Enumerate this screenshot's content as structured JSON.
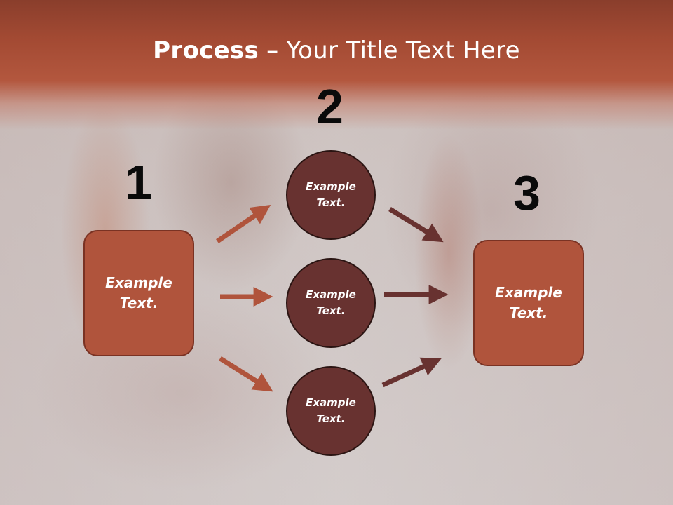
{
  "title": {
    "bold": "Process",
    "rest": " – Your Title Text Here"
  },
  "steps": [
    {
      "number": "1",
      "text": "Example Text."
    },
    {
      "number": "2",
      "items": [
        "Example Text.",
        "Example Text.",
        "Example Text."
      ]
    },
    {
      "number": "3",
      "text": "Example Text."
    }
  ],
  "colors": {
    "header": "#a34a33",
    "box_fill": "#b0543c",
    "circle_fill": "#683230",
    "arrow_left": "#b0543c",
    "arrow_right": "#683230"
  }
}
